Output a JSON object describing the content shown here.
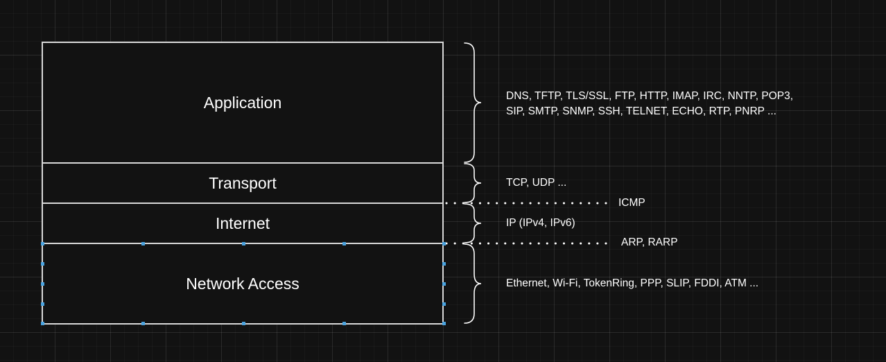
{
  "layers": [
    {
      "id": "application",
      "label": "Application",
      "protocols": "DNS, TFTP, TLS/SSL, FTP, HTTP, IMAP, IRC, NNTP, POP3,\nSIP, SMTP, SNMP, SSH, TELNET, ECHO, RTP, PNRP ..."
    },
    {
      "id": "transport",
      "label": "Transport",
      "protocols": "TCP, UDP ..."
    },
    {
      "id": "internet",
      "label": "Internet",
      "protocols": "IP (IPv4, IPv6)"
    },
    {
      "id": "network",
      "label": "Network Access",
      "protocols": "Ethernet, Wi-Fi, TokenRing, PPP, SLIP, FDDI, ATM ..."
    }
  ],
  "boundary_protocols": {
    "transport_internet": "ICMP",
    "internet_network": "ARP, RARP"
  },
  "colors": {
    "background": "#121212",
    "border": "#d9d9d9",
    "text": "#ffffff",
    "selection_handle": "#4aa3df"
  }
}
